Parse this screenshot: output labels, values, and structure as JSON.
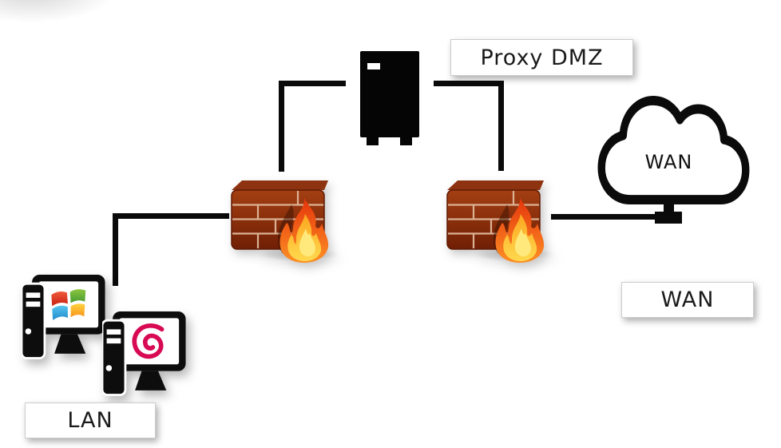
{
  "labels": {
    "proxy_dmz": "Proxy DMZ",
    "wan_cloud": "WAN",
    "wan_box": "WAN",
    "lan_box": "LAN"
  },
  "icons": [
    "proxy-server-icon",
    "firewall-icon-left",
    "firewall-icon-right",
    "wan-cloud-icon",
    "ethernet-plug-icon",
    "windows-pc-icon",
    "debian-pc-icon"
  ],
  "colors": {
    "line": "#0a0a0a",
    "label_border": "#cccccc",
    "label_text": "#1a1a1a",
    "brick_light": "#a33f12",
    "brick_dark": "#701f05",
    "mortar": "#dcb295",
    "flame_outer": "#e5350c",
    "flame_mid": "#fca51f",
    "flame_core": "#ffe97c",
    "windows_red": "#d92c1b",
    "windows_green": "#5ea733",
    "windows_blue": "#2e9fd4",
    "windows_yellow": "#f8a81d",
    "debian_magenta": "#d70a53"
  }
}
